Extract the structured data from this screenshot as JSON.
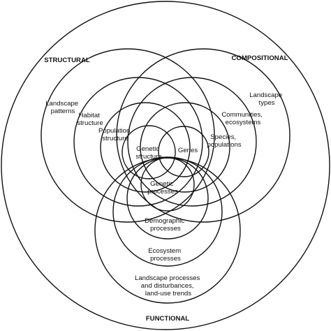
{
  "headers": {
    "structural": "STRUCTURAL",
    "compositional": "COMPOSITIONAL",
    "functional": "FUNCTIONAL"
  },
  "structural": {
    "landscape_patterns": [
      "Landscape",
      "patterns"
    ],
    "habitat_structure": [
      "Habitat",
      "structure"
    ],
    "population_structure": [
      "Population",
      "structure"
    ],
    "genetic_structure": [
      "Genetic",
      "structure"
    ]
  },
  "compositional": {
    "landscape_types": [
      "Landscape",
      "types"
    ],
    "communities_ecosystems": [
      "Communities,",
      "ecosystems"
    ],
    "species_populations": [
      "Species,",
      "populations"
    ],
    "genes": [
      "Genes"
    ]
  },
  "functional": {
    "genetic_processes": [
      "Genetic",
      "processes"
    ],
    "demographic_processes": [
      "Demographic",
      "processes"
    ],
    "ecosystem_processes": [
      "Ecosystem",
      "processes"
    ],
    "landscape_processes": [
      "Landscape processes",
      "and disturbances,",
      "land-use trends"
    ]
  }
}
